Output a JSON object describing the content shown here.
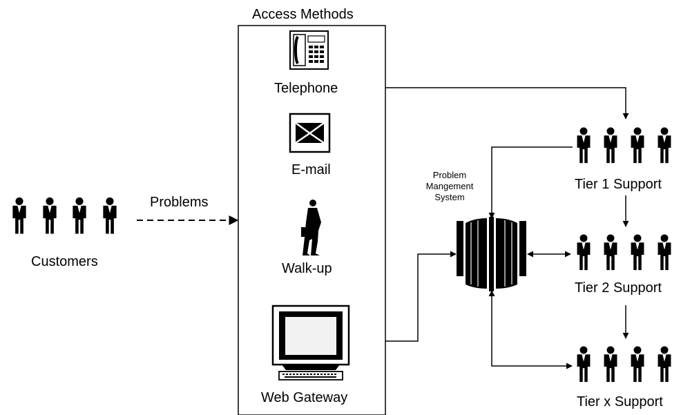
{
  "access_panel": {
    "title": "Access Methods",
    "methods": [
      {
        "label": "Telephone",
        "icon": "telephone-icon"
      },
      {
        "label": "E-mail",
        "icon": "envelope-icon"
      },
      {
        "label": "Walk-up",
        "icon": "businessman-icon"
      },
      {
        "label": "Web Gateway",
        "icon": "computer-icon"
      }
    ]
  },
  "customers": {
    "label": "Customers",
    "icon": "people-group-icon"
  },
  "problems_label": "Problems",
  "pms": {
    "line1": "Problem",
    "line2": "Mangement",
    "line3": "System",
    "icon": "server-cabinet-icon"
  },
  "tiers": [
    {
      "label": "Tier 1 Support",
      "icon": "people-group-icon"
    },
    {
      "label": "Tier 2 Support",
      "icon": "people-group-icon"
    },
    {
      "label": "Tier x Support",
      "icon": "people-group-icon"
    }
  ],
  "colors": {
    "ink": "#000000",
    "background": "#ffffff",
    "screen": "#f2f2f2"
  }
}
